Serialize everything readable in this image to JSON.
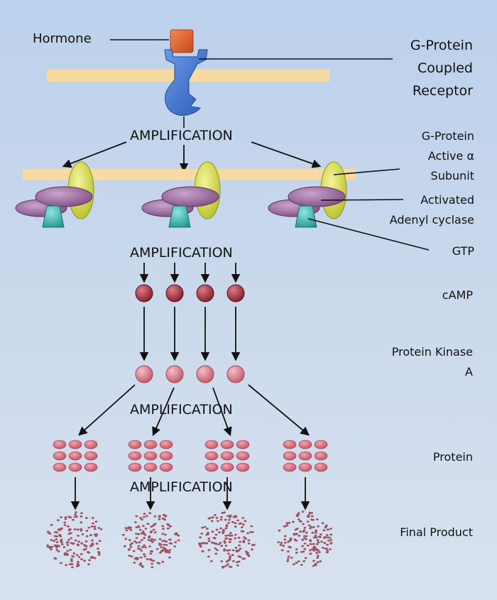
{
  "labels": {
    "hormone": "Hormone",
    "gpcr": [
      "G-Protein",
      "Coupled",
      "Receptor"
    ],
    "g_alpha": [
      "G-Protein",
      "Active α",
      "Subunit"
    ],
    "adenylyl": [
      "Activated",
      "Adenyl cyclase"
    ],
    "gtp": "GTP",
    "camp": "cAMP",
    "pka": [
      "Protein Kinase",
      "A"
    ],
    "protein": "Protein",
    "final_product": "Final Product"
  },
  "amplification": "AMPLIFICATION",
  "counts": {
    "g_protein_units": 3,
    "camp": 4,
    "pka": 4,
    "protein_clusters": 4,
    "product_clusters": 4
  },
  "colors": {
    "hormone": "#e4612f",
    "receptor": "#3f73d0",
    "membrane": "#f7d9a2",
    "alpha_subunit": "#d2d84a",
    "adenylyl_cyclase": "#9a6aa0",
    "gtp": "#3cb8b0",
    "camp": "#9b2f3c",
    "pka": "#d87580",
    "protein": "#d06a78",
    "product": "#a0505c"
  }
}
